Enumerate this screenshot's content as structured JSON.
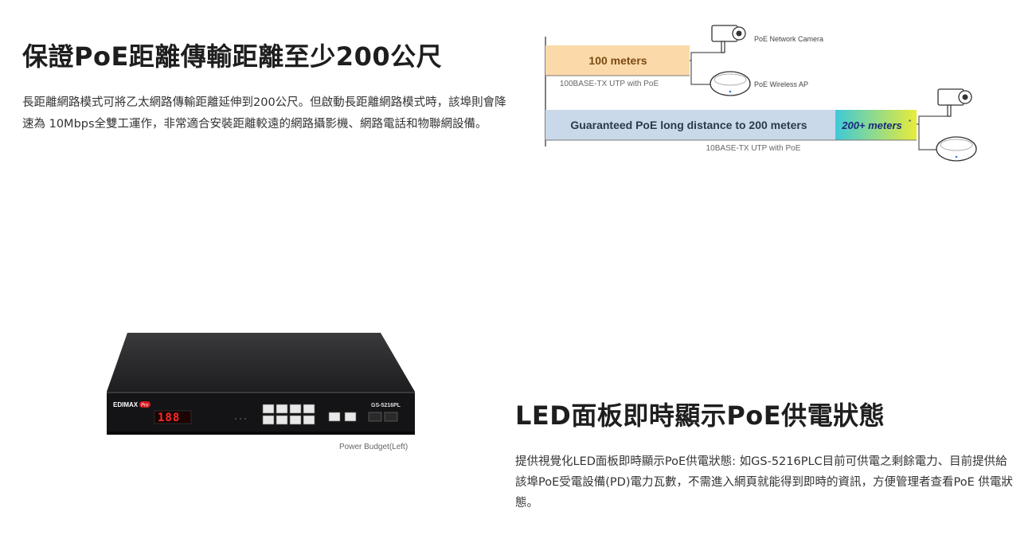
{
  "section1": {
    "title": "保證PoE距離傳輸距離至少200公尺",
    "body": "長距離網路模式可將乙太網路傳輸距離延伸到200公尺。但啟動長距離網路模式時，該埠則會降速為 10Mbps全雙工運作，非常適合安裝距離較遠的網路攝影機、網路電話和物聯網設備。"
  },
  "diagram": {
    "short_box": "100 meters",
    "short_cable": "100BASE-TX UTP with PoE",
    "long_box": "Guaranteed PoE long distance to 200 meters",
    "long_extra": "200+ meters",
    "long_extra_mark": "*",
    "long_cable": "10BASE-TX UTP with PoE",
    "camera_label": "PoE Network Camera",
    "ap_label": "PoE Wireless AP",
    "colors": {
      "short": "#fbd9a8",
      "long": "#c9d9ea",
      "extra_start": "#3fc9d8",
      "extra_end": "#e7ec3a"
    }
  },
  "product": {
    "brand": "EDIMAX",
    "brand_badge": "Pro",
    "model": "GS-5216PL",
    "display_value": "188",
    "caption": "Power Budget(Left)"
  },
  "section2": {
    "title": "LED面板即時顯示PoE供電狀態",
    "body": "提供視覺化LED面板即時顯示PoE供電狀態: 如GS-5216PLC目前可供電之剩餘電力、目前提供給該埠PoE受電設備(PD)電力瓦數，不需進入網頁就能得到即時的資訊，方便管理者查看PoE 供電狀態。"
  }
}
